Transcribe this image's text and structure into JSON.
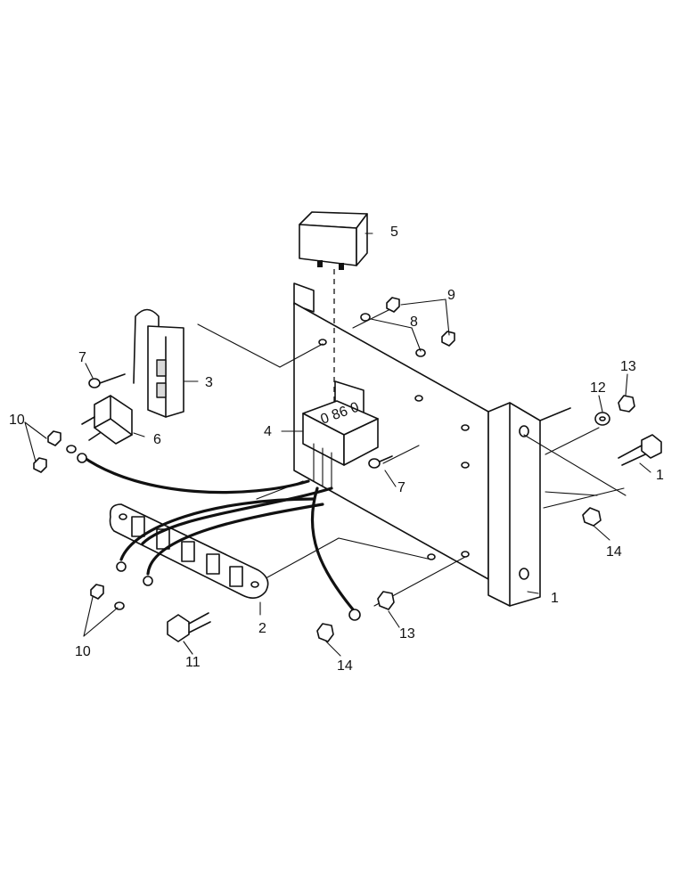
{
  "callouts": {
    "plate_right": "1",
    "plate_bolt": "1",
    "terminal_strip": "2",
    "fuse_clip": "3",
    "relay_socket": "4",
    "relay": "5",
    "flasher": "6",
    "screw_top": "7",
    "screw_socket": "7",
    "washer_plate": "8",
    "nut_plate": "9",
    "nut_flasher": "10",
    "nut_strip": "10",
    "strip_bolt": "11",
    "washer_bolt": "12",
    "nut_bolt": "13",
    "nut_strip_right": "13",
    "nut_bottom": "14",
    "nut_right": "14"
  }
}
